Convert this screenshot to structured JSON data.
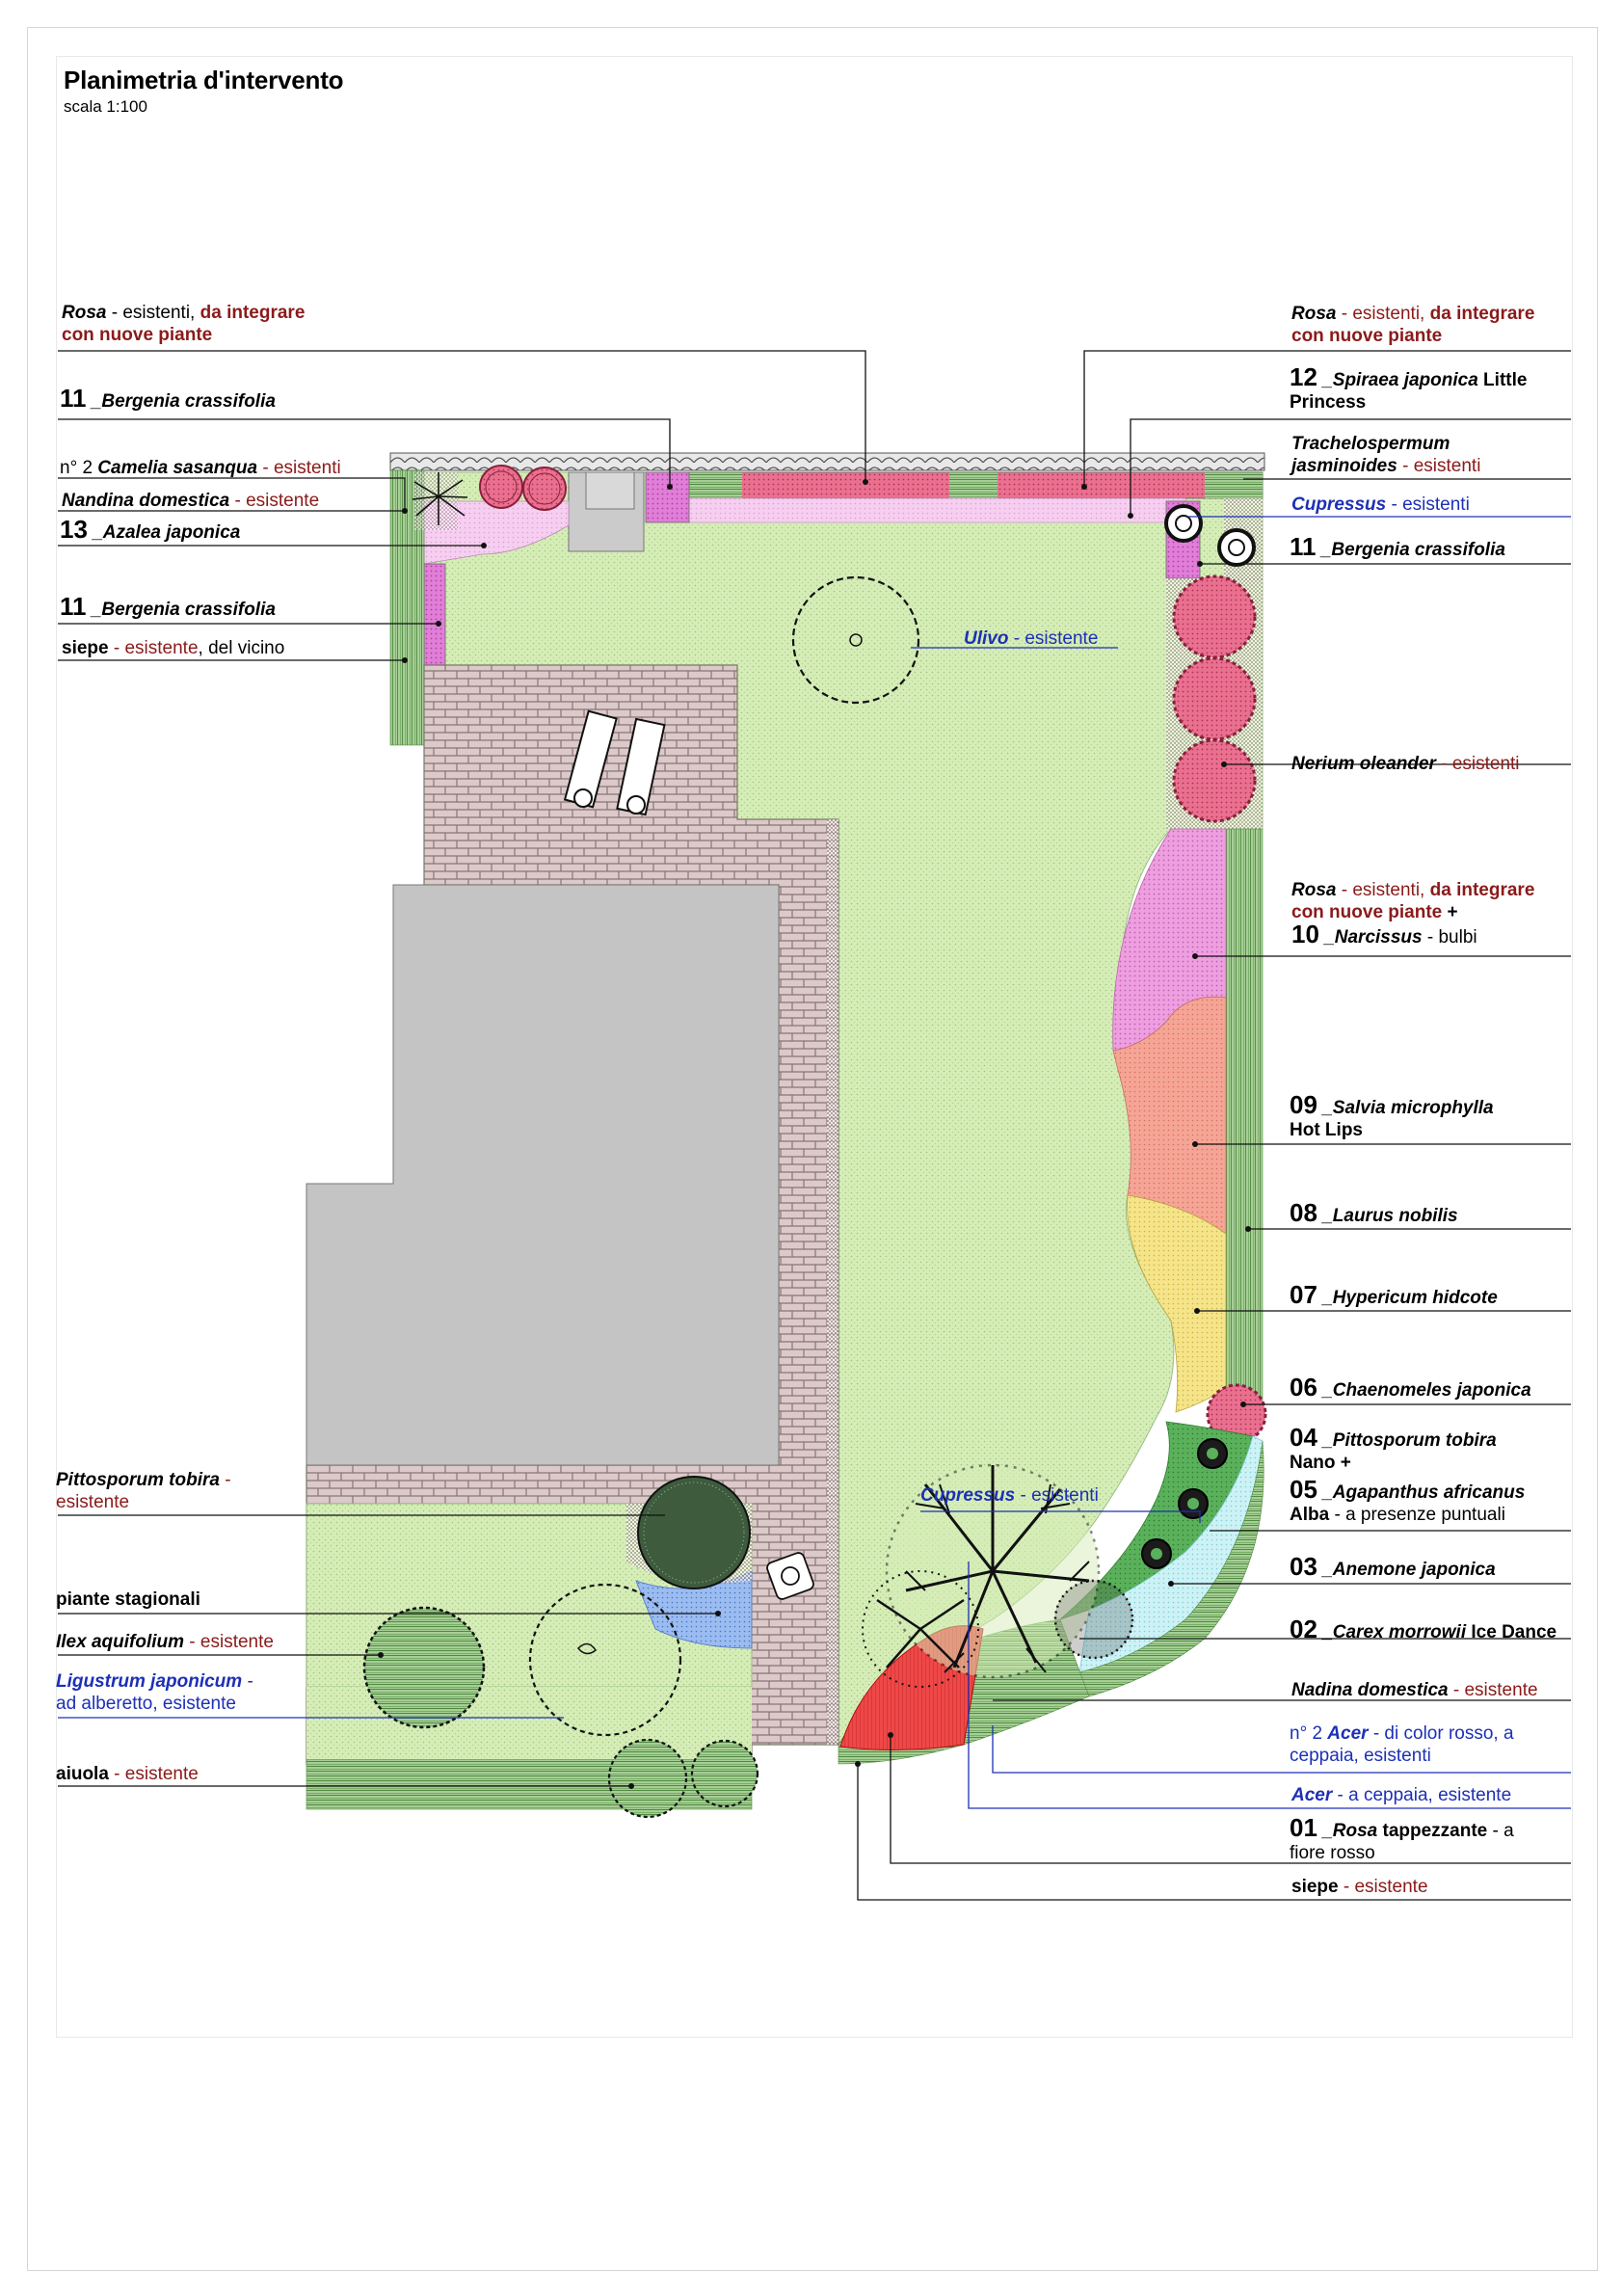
{
  "header": {
    "title": "Planimetria d'intervento",
    "scale": "scala 1:100"
  },
  "colors": {
    "lawn": "#d3ecb4",
    "paving": "#d8c8c8",
    "house": "#c4c4c4",
    "hedge": "#6a9f5a",
    "pink": "#e58ad8",
    "rose_red": "#e53d6a",
    "salmon": "#f39a8a",
    "yellow": "#f4e27a",
    "green": "#47a047",
    "cyan": "#c8f0f4",
    "label_red": "#8b1a1a",
    "label_blue": "#1d30b5"
  },
  "labels": {
    "rosa_top_left": {
      "name": "Rosa",
      "dash": " - esistenti, ",
      "tail1": "da integrare",
      "tail2": "con nuove piante"
    },
    "bergenia_a": {
      "num": "11",
      "name": "_Bergenia crassifolia"
    },
    "camelia": {
      "prefix": "n° 2 ",
      "name": "Camelia sasanqua",
      "tail": " - esistenti"
    },
    "nandina_top": {
      "name": "Nandina domestica",
      "tail": " - esistente"
    },
    "azalea": {
      "num": "13",
      "name": "_Azalea japonica"
    },
    "bergenia_b": {
      "num": "11",
      "name": "_Bergenia crassifolia"
    },
    "siepe_vicino": {
      "name": "siepe",
      "tail": " - esistente",
      "tail2": ", del vicino"
    },
    "rosa_top_right": {
      "name": "Rosa",
      "dash": " - esistenti, ",
      "tail1": "da integrare",
      "tail2": "con nuove piante"
    },
    "spiraea": {
      "num": "12",
      "name": "_Spiraea japonica",
      "tail": " Little",
      "line2": "Princess"
    },
    "trachelospermum": {
      "line1": "Trachelospermum",
      "line2": "jasminoides",
      "tail": " - esistenti"
    },
    "cupressus_top": {
      "name": "Cupressus",
      "tail": " - esistenti"
    },
    "bergenia_c": {
      "num": "11",
      "name": "_Bergenia crassifolia"
    },
    "ulivo": {
      "name": "Ulivo",
      "tail": " - esistente"
    },
    "nerium": {
      "name": "Nerium oleander",
      "tail": " - esistenti"
    },
    "rosa_narcissus": {
      "name": "Rosa",
      "dash": " - esistenti, ",
      "tail1": "da integrare",
      "tail2": "con nuove piante",
      "plus": " +",
      "num": "10",
      "name2": "_Narcissus",
      "tail3": " - bulbi"
    },
    "salvia": {
      "num": "09",
      "name": "_Salvia microphylla",
      "line2": "Hot Lips"
    },
    "laurus": {
      "num": "08",
      "name": "_Laurus nobilis"
    },
    "hypericum": {
      "num": "07",
      "name": "_Hypericum hidcote"
    },
    "chaenomeles": {
      "num": "06",
      "name": "_Chaenomeles japonica"
    },
    "pittosporum_nano": {
      "num": "04",
      "name": "_Pittosporum tobira",
      "line2": "Nano +"
    },
    "agapanthus": {
      "num": "05",
      "name": "_Agapanthus africanus",
      "line2a": "Alba",
      "line2b": " -  a presenze puntuali"
    },
    "anemone": {
      "num": "03",
      "name": "_Anemone japonica"
    },
    "carex": {
      "num": "02",
      "name": "_Carex morrowii",
      "tail": " Ice Dance"
    },
    "nadina_bottom": {
      "name": "Nadina domestica",
      "tail": " - esistente"
    },
    "acer_two": {
      "prefix": "n° 2 ",
      "name": "Acer",
      "tail": " - di color rosso, a",
      "line2": "ceppaia, esistenti"
    },
    "acer_one": {
      "name": "Acer",
      "tail": " - a ceppaia, esistente"
    },
    "rosa_tapp": {
      "num": "01",
      "name": "_Rosa",
      "tail": " tappezzante",
      "tail2": " - a",
      "line2": "fiore rosso"
    },
    "siepe_bottom": {
      "name": "siepe",
      "tail": " - esistente"
    },
    "cupressus_mid": {
      "name": "Cupressus",
      "tail": " - esistenti"
    },
    "pittosporum_left": {
      "name": "Pittosporum tobira",
      "tail": " -",
      "line2": "esistente"
    },
    "piante_stagionali": {
      "text": "piante stagionali"
    },
    "ilex": {
      "name": "Ilex aquifolium",
      "tail": " - esistente"
    },
    "ligustrum": {
      "name": "Ligustrum japonicum",
      "tail": " -",
      "line2": "ad alberetto, esistente"
    },
    "aiuola": {
      "name": "aiuola",
      "tail": " - esistente"
    }
  }
}
